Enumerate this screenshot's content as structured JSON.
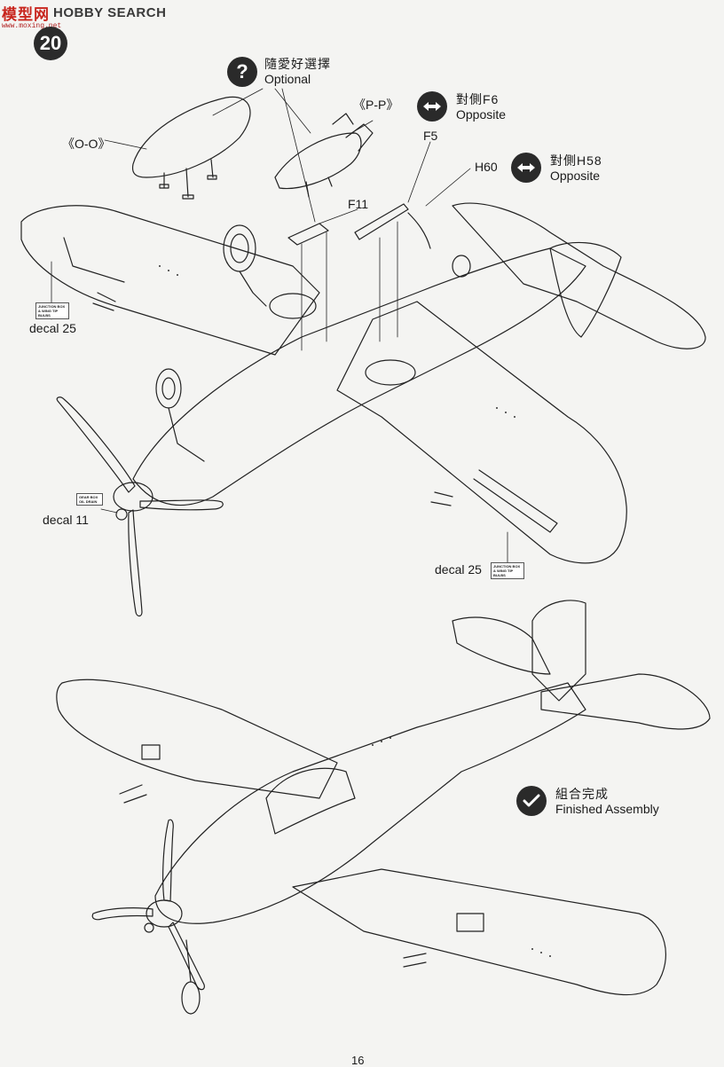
{
  "watermark": {
    "logo": "模型网",
    "text": "HOBBY SEARCH",
    "url": "www.moxing.net"
  },
  "step": {
    "number": "20"
  },
  "optional": {
    "cn": "隨愛好選擇",
    "en": "Optional"
  },
  "opposite_f6": {
    "cn": "對側F6",
    "en": "Opposite"
  },
  "opposite_h58": {
    "cn": "對側H58",
    "en": "Opposite"
  },
  "finished": {
    "cn": "組合完成",
    "en": "Finished Assembly"
  },
  "parts": {
    "oo": "《O-O》",
    "pp": "《P-P》",
    "f5": "F5",
    "f11": "F11",
    "h60": "H60"
  },
  "decals": {
    "decal_25_left": "decal 25",
    "decal_11": "decal 11",
    "decal_25_right": "decal 25",
    "stencil_wing": "JUNCTION BOX & WING TIP BULBS",
    "stencil_gear": "GEAR BOX OIL DRAIN"
  },
  "page_number": "16",
  "icons": {
    "optional": "question-mark-icon",
    "opposite": "double-arrow-icon",
    "finished": "checkmark-icon"
  }
}
